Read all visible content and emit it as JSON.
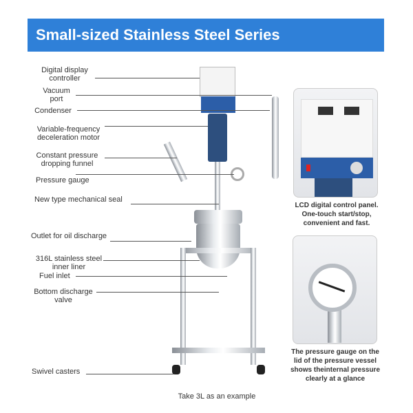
{
  "banner": {
    "title": "Small-sized Stainless Steel Series"
  },
  "labels": [
    "Digital display controller",
    "Vacuum port",
    "Condenser",
    "Variable-frequency deceleration motor",
    "Constant pressure dropping funnel",
    "Pressure gauge",
    "New type mechanical seal",
    "Outlet for oil discharge",
    "316L stainless steel inner liner",
    "Fuel inlet",
    "Bottom discharge valve",
    "Swivel casters"
  ],
  "caption": "Take 3L as an example",
  "panels": {
    "control": "LCD digital control panel. One-touch start/stop, convenient and fast.",
    "gauge": "The pressure gauge on the lid of the pressure vessel shows theinternal pressure clearly at a glance"
  },
  "colors": {
    "banner": "#2f80d8",
    "motor": "#2c5ea8"
  }
}
